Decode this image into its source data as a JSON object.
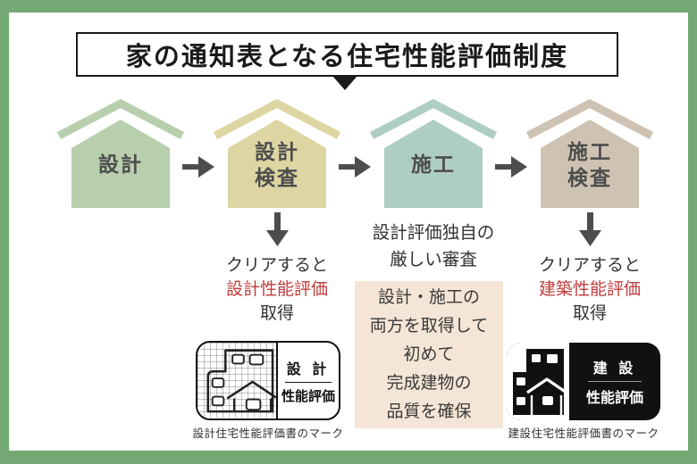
{
  "header": {
    "title": "家の通知表となる住宅性能評価制度"
  },
  "colors": {
    "frame_green": "#74a874",
    "accent_red": "#c23b3c",
    "middle_box_bg": "#f4e5d6",
    "arrow_gray": "#4d4d4d"
  },
  "flow": {
    "steps": [
      {
        "line1": "設計",
        "line2": "",
        "color": "#b8cfad"
      },
      {
        "line1": "設計",
        "line2": "検査",
        "color": "#ddd5a2"
      },
      {
        "line1": "施工",
        "line2": "",
        "color": "#aecec2"
      },
      {
        "line1": "施工",
        "line2": "検査",
        "color": "#cec2b2"
      }
    ]
  },
  "outcome_left": {
    "line1": "クリアすると",
    "highlight": "設計性能評価",
    "line3": "取得"
  },
  "outcome_right": {
    "line1": "クリアすると",
    "highlight": "建築性能評価",
    "line3": "取得"
  },
  "middle": {
    "note_line1": "設計評価独自の",
    "note_line2": "厳しい審査",
    "box_lines": [
      "設計・施工の",
      "両方を取得して",
      "初めて",
      "完成建物の",
      "品質を確保"
    ]
  },
  "marks": {
    "design": {
      "top": "設 計",
      "bottom": "性能評価",
      "caption": "設計住宅性能評価書のマーク"
    },
    "construction": {
      "top": "建 設",
      "bottom": "性能評価",
      "caption": "建設住宅性能評価書のマーク"
    }
  }
}
